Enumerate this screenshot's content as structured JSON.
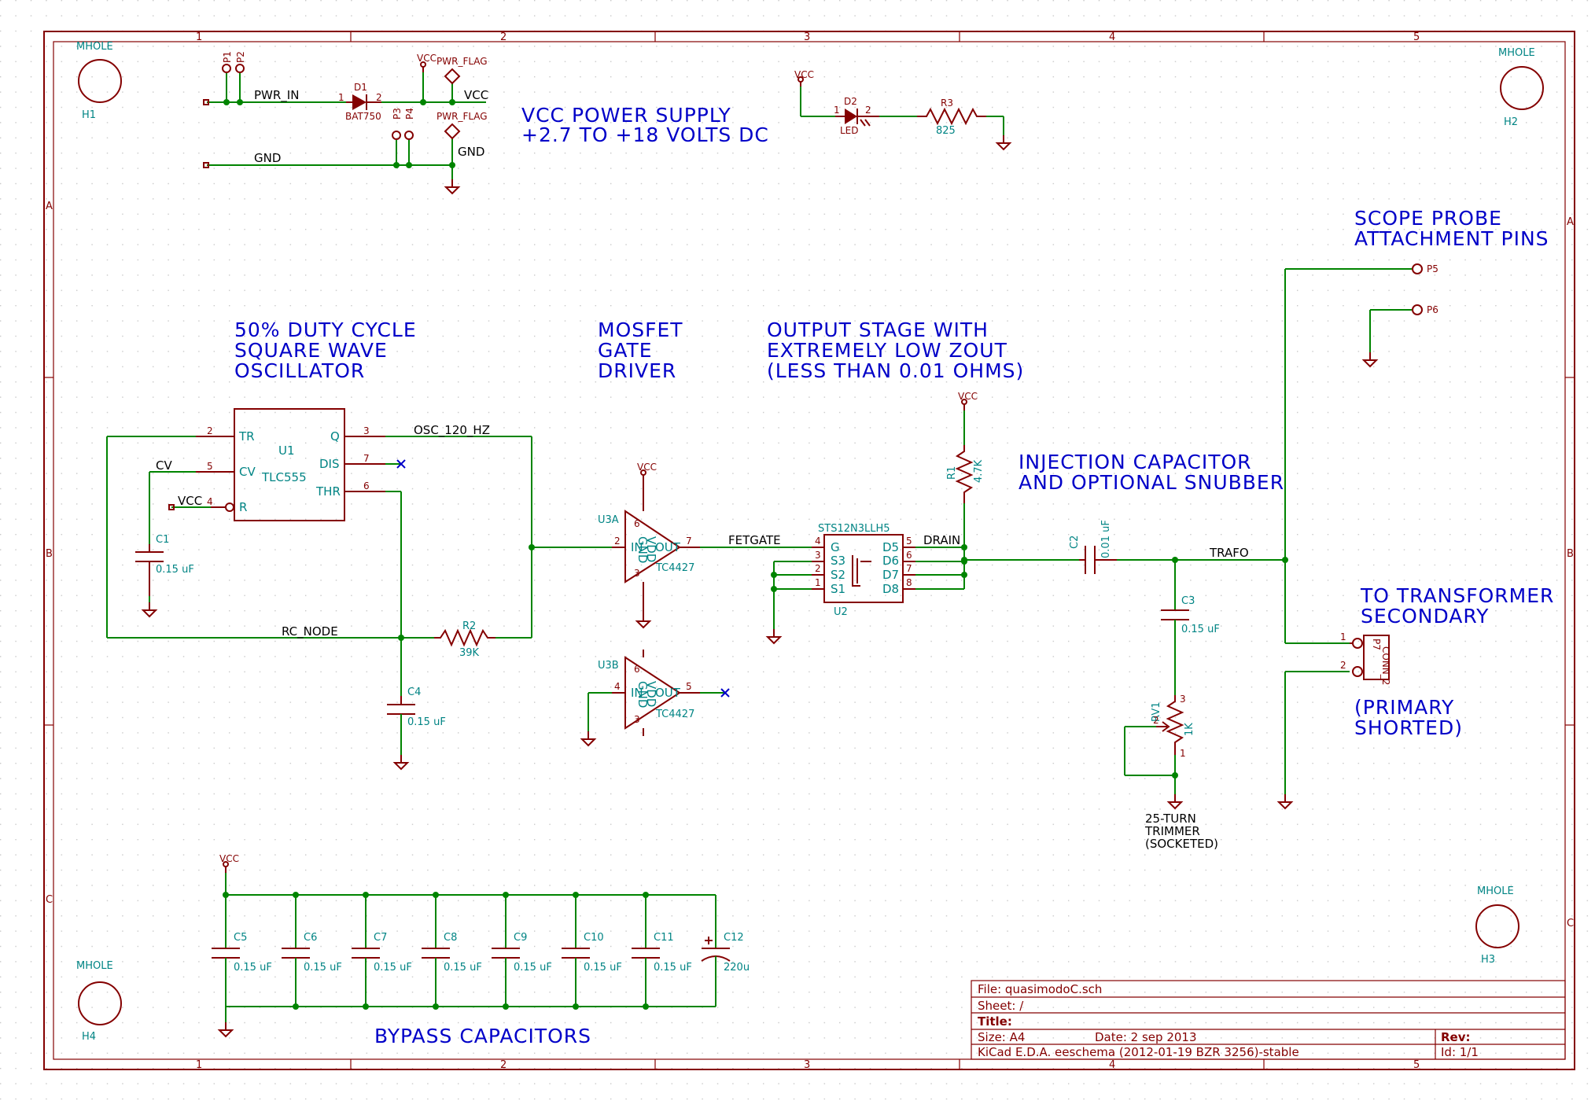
{
  "colors": {
    "wire": "#008400",
    "part": "#840000",
    "text_blue": "#0000c8",
    "text_cyan": "#008484",
    "background": "#ffffff",
    "grid": "#c8c8c8"
  },
  "frame": {
    "columns": [
      "1",
      "2",
      "3",
      "4",
      "5"
    ],
    "rows": [
      "A",
      "B",
      "C"
    ]
  },
  "notes": {
    "power_supply": [
      "VCC POWER SUPPLY",
      "+2.7 TO +18 VOLTS DC"
    ],
    "oscillator": [
      "50% DUTY CYCLE",
      "SQUARE WAVE",
      "OSCILLATOR"
    ],
    "gate_driver": [
      "MOSFET",
      "GATE",
      "DRIVER"
    ],
    "output_stage": [
      "OUTPUT STAGE WITH",
      "EXTREMELY LOW ZOUT",
      "(LESS THAN 0.01 OHMS)"
    ],
    "injection": [
      "INJECTION CAPACITOR",
      "AND OPTIONAL SNUBBER"
    ],
    "scope": [
      "SCOPE PROBE",
      "ATTACHMENT PINS"
    ],
    "transformer": [
      "TO  TRANSFORMER",
      "SECONDARY"
    ],
    "primary": [
      "(PRIMARY",
      "SHORTED)"
    ],
    "bypass": "BYPASS CAPACITORS",
    "trimmer": [
      "25-TURN",
      "TRIMMER",
      "(SOCKETED)"
    ]
  },
  "nets": {
    "pwr_in": "PWR_IN",
    "vcc": "VCC",
    "gnd": "GND",
    "osc": "OSC_120_HZ",
    "cv": "CV",
    "vcc_r": "VCC",
    "fetgate": "FETGATE",
    "drain": "DRAIN",
    "trafo": "TRAFO",
    "rc_node": "RC_NODE"
  },
  "mounting_holes": [
    {
      "ref": "H1",
      "value": "MHOLE"
    },
    {
      "ref": "H2",
      "value": "MHOLE"
    },
    {
      "ref": "H3",
      "value": "MHOLE"
    },
    {
      "ref": "H4",
      "value": "MHOLE"
    }
  ],
  "power": {
    "vcc": "VCC",
    "pwr_flag": "PWR_FLAG"
  },
  "connectors": {
    "p1": "P1",
    "p2": "P2",
    "p3": "P3",
    "p4": "P4",
    "p5": "P5",
    "p6": "P6",
    "p7": "P7",
    "p7_value": "CONN_2"
  },
  "d1": {
    "ref": "D1",
    "value": "BAT750",
    "pin1": "1",
    "pin2": "2"
  },
  "d2": {
    "ref": "D2",
    "value": "LED",
    "pin1": "1",
    "pin2": "2"
  },
  "r3": {
    "ref": "R3",
    "value": "825"
  },
  "u1": {
    "ref": "U1",
    "value": "TLC555",
    "pins": {
      "tr": "TR",
      "cv": "CV",
      "r": "R",
      "q": "Q",
      "dis": "DIS",
      "thr": "THR"
    },
    "pin_numbers": {
      "tr": "2",
      "cv": "5",
      "r": "4",
      "q": "3",
      "dis": "7",
      "thr": "6"
    }
  },
  "c1": {
    "ref": "C1",
    "value": "0.15 uF"
  },
  "c4": {
    "ref": "C4",
    "value": "0.15 uF"
  },
  "r2": {
    "ref": "R2",
    "value": "39K"
  },
  "u3a": {
    "ref": "U3A",
    "value": "TC4427",
    "pin_in": "IN",
    "pin_out": "OUT",
    "pin_vdd": "VDD",
    "pin_gnd": "GND",
    "n_in": "2",
    "n_out": "7",
    "n_vdd": "6",
    "n_gnd": "3"
  },
  "u3b": {
    "ref": "U3B",
    "value": "TC4427",
    "pin_in": "IN",
    "pin_out": "OUT",
    "pin_vdd": "VDD",
    "pin_gnd": "GND",
    "n_in": "4",
    "n_out": "5",
    "n_vdd": "6",
    "n_gnd": "3"
  },
  "u2": {
    "ref": "U2",
    "value": "STS12N3LLH5",
    "left_pins": [
      "G",
      "S3",
      "S2",
      "S1"
    ],
    "left_nums": [
      "4",
      "3",
      "2",
      "1"
    ],
    "right_pins": [
      "D5",
      "D6",
      "D7",
      "D8"
    ],
    "right_nums": [
      "5",
      "6",
      "7",
      "8"
    ]
  },
  "r1": {
    "ref": "R1",
    "value": "4.7K"
  },
  "c2": {
    "ref": "C2",
    "value": "0.01 uF"
  },
  "c3": {
    "ref": "C3",
    "value": "0.15 uF"
  },
  "rv1": {
    "ref": "RV1",
    "value": "1K",
    "pin1": "1",
    "pin2": "2",
    "pin3": "3"
  },
  "p7_pins": [
    "1",
    "2"
  ],
  "bypass_caps": [
    {
      "ref": "C5",
      "value": "0.15 uF"
    },
    {
      "ref": "C6",
      "value": "0.15 uF"
    },
    {
      "ref": "C7",
      "value": "0.15 uF"
    },
    {
      "ref": "C8",
      "value": "0.15 uF"
    },
    {
      "ref": "C9",
      "value": "0.15 uF"
    },
    {
      "ref": "C10",
      "value": "0.15 uF"
    },
    {
      "ref": "C11",
      "value": "0.15 uF"
    },
    {
      "ref": "C12",
      "value": "220u"
    }
  ],
  "title_block": {
    "file": "File: quasimodoC.sch",
    "sheet": "Sheet: /",
    "title": "Title:",
    "size": "Size: A4",
    "date": "Date: 2 sep 2013",
    "rev": "Rev:",
    "tool": "KiCad E.D.A.  eeschema (2012-01-19 BZR 3256)-stable",
    "id": "Id: 1/1"
  }
}
